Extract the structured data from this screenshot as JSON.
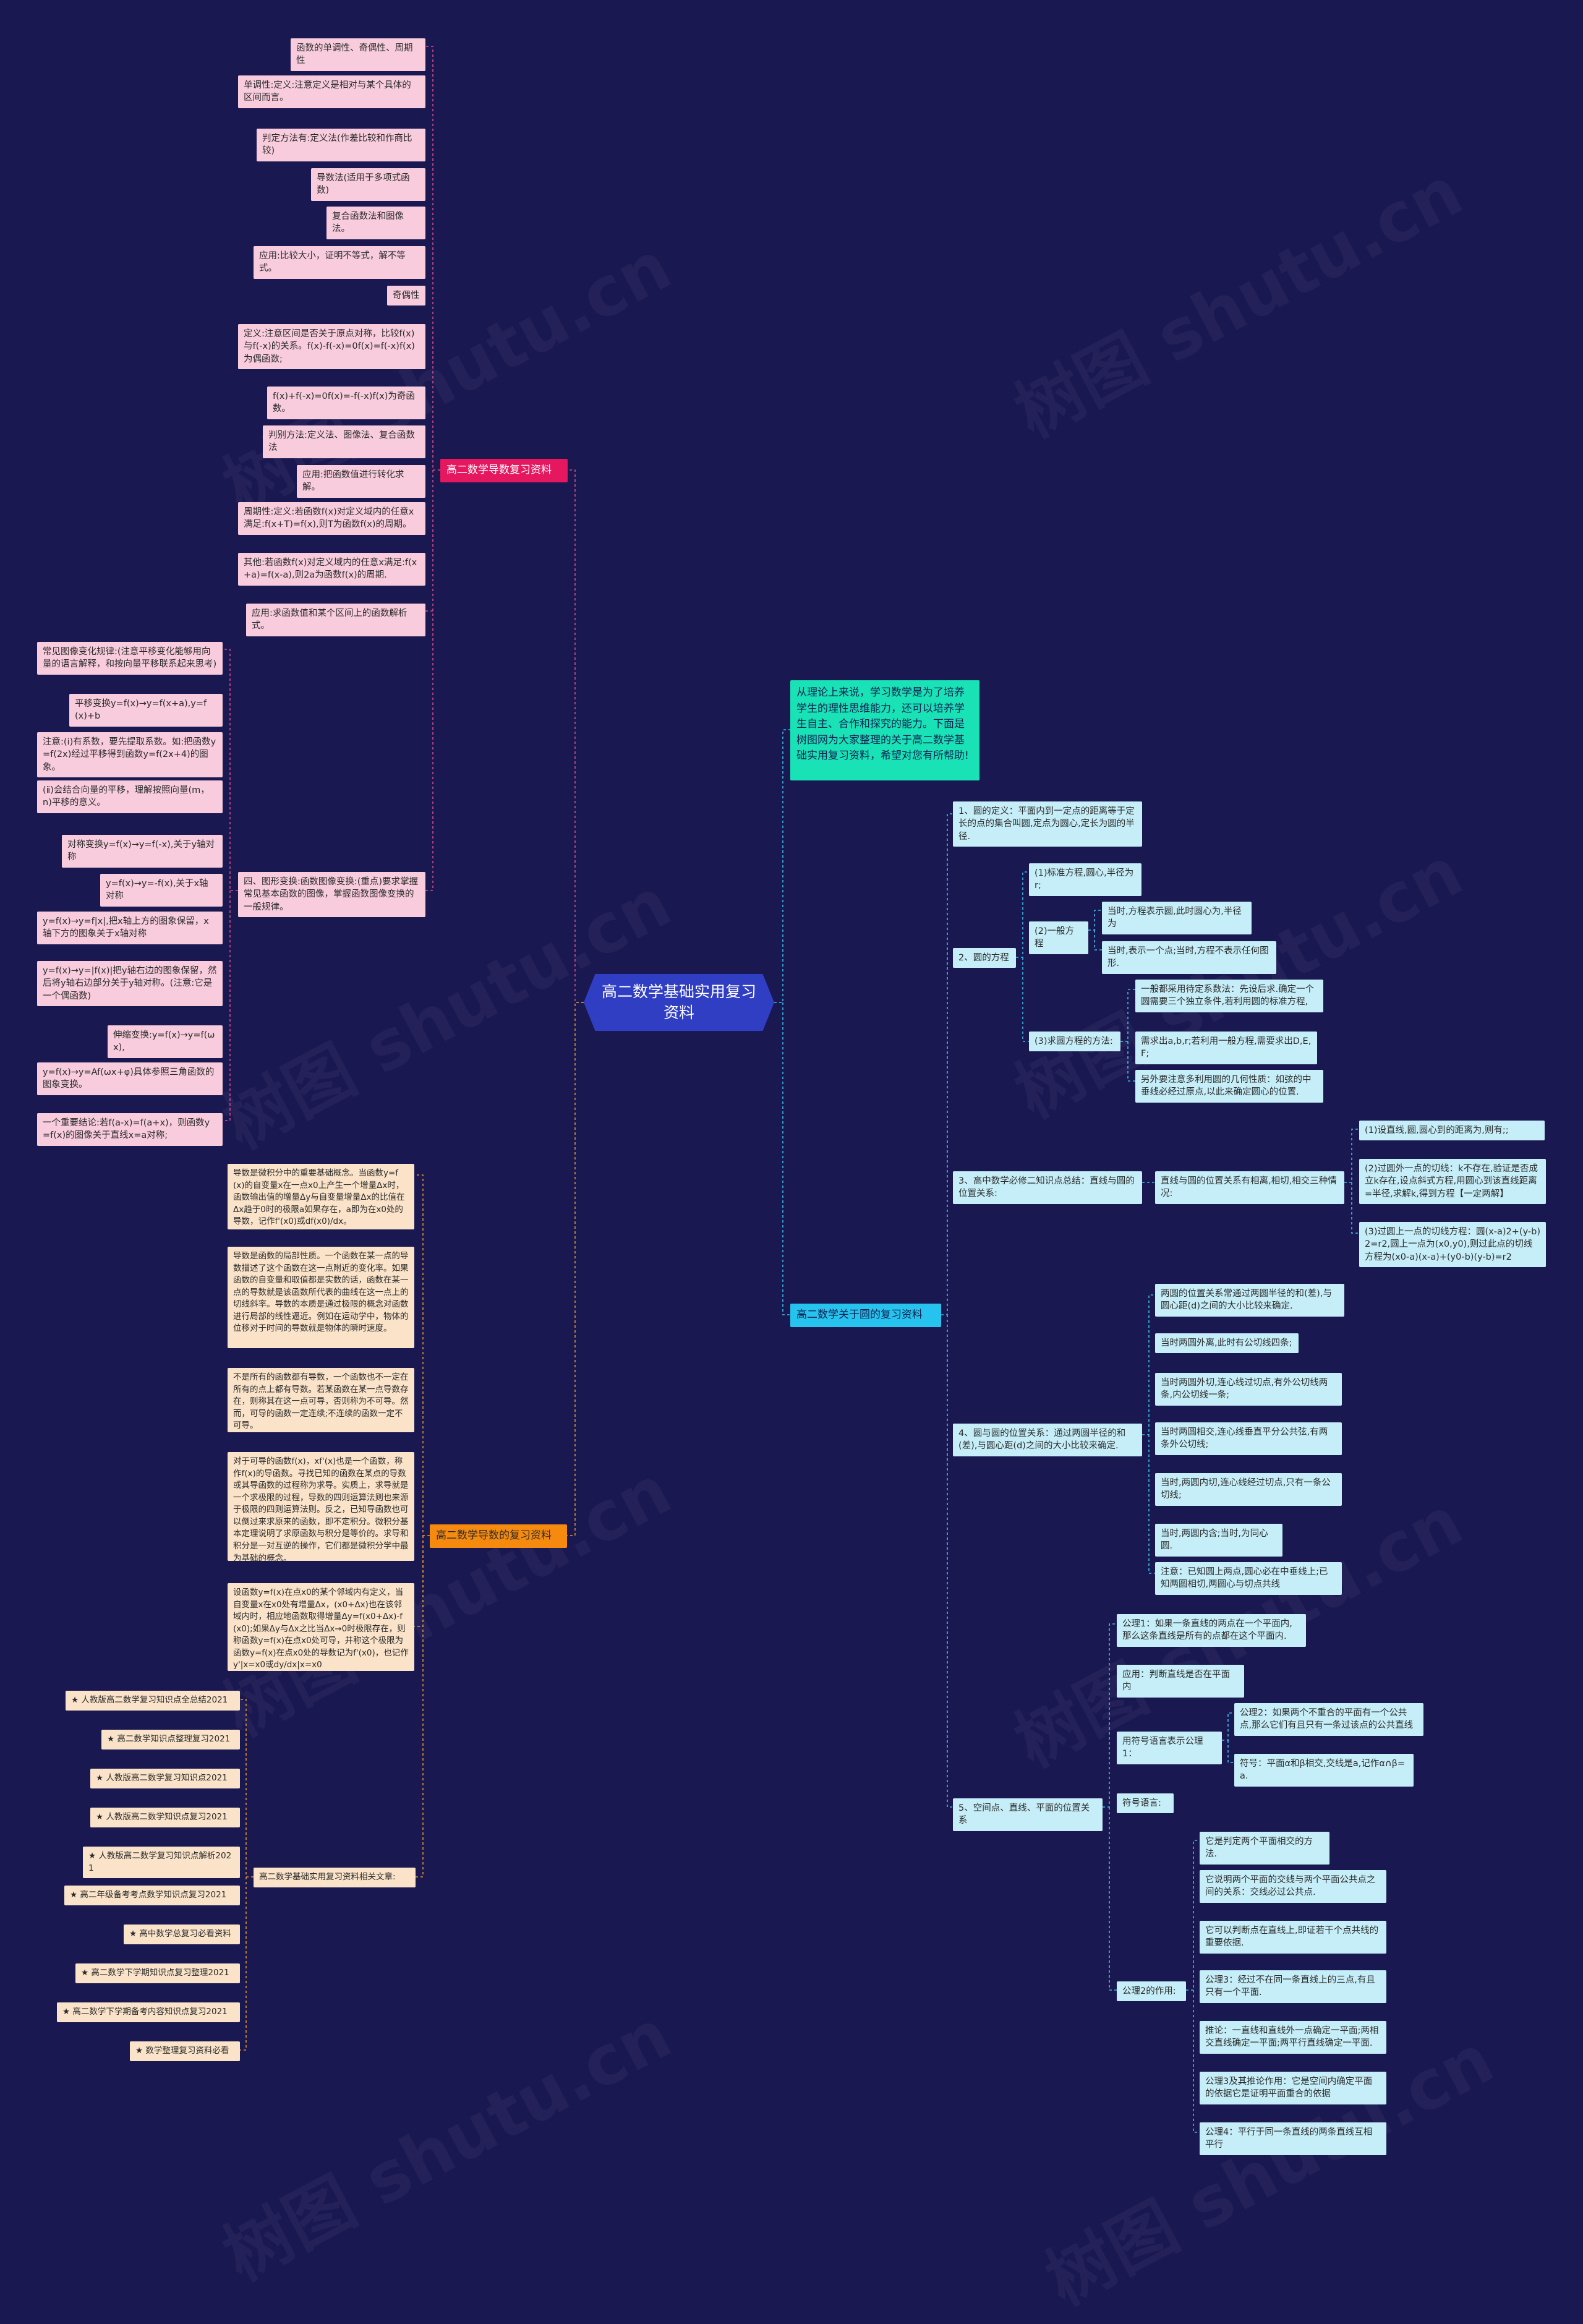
{
  "watermark": "树图 shutu.cn",
  "center": "高二数学基础实用复习资料",
  "branches": {
    "b1": "高二数学导数复习资料",
    "b2": "高二数学导数的复习资料",
    "b3": "从理论上来说，学习数学是为了培养学生的理性思维能力，还可以培养学生自主、合作和探究的能力。下面是树图网为大家整理的关于高二数学基础实用复习资料，希望对您有所帮助!",
    "b4": "高二数学关于圆的复习资料",
    "b5": "高二数学基础实用复习资料相关文章:"
  },
  "b1_leaves": [
    "函数的单调性、奇偶性、周期性",
    "单调性:定义:注意定义是相对与某个具体的区间而言。",
    "判定方法有:定义法(作差比较和作商比较)",
    "导数法(适用于多项式函数)",
    "复合函数法和图像法。",
    "应用:比较大小，证明不等式，解不等式。",
    "奇偶性",
    "定义:注意区间是否关于原点对称，比较f(x)与f(-x)的关系。f(x)-f(-x)=0f(x)=f(-x)f(x)为偶函数;",
    "f(x)+f(-x)=0f(x)=-f(-x)f(x)为奇函数。",
    "判别方法:定义法、图像法、复合函数法",
    "应用:把函数值进行转化求解。",
    "周期性:定义:若函数f(x)对定义域内的任意x满足:f(x+T)=f(x),则T为函数f(x)的周期。",
    "其他:若函数f(x)对定义域内的任意x满足:f(x+a)=f(x-a),则2a为函数f(x)的周期.",
    "应用:求函数值和某个区间上的函数解析式。"
  ],
  "b1_sub": "四、图形变换:函数图像变换:(重点)要求掌握常见基本函数的图像，掌握函数图像变换的一般规律。",
  "b1_sub_leaves": [
    "常见图像变化规律:(注意平移变化能够用向量的语言解释，和按向量平移联系起来思考)",
    "平移变换y=f(x)→y=f(x+a),y=f(x)+b",
    "注意:(ⅰ)有系数，要先提取系数。如:把函数y=f(2x)经过平移得到函数y=f(2x+4)的图象。",
    "(ⅱ)会结合向量的平移，理解按照向量(m，n)平移的意义。",
    "对称变换y=f(x)→y=f(-x),关于y轴对称",
    "y=f(x)→y=-f(x),关于x轴对称",
    "y=f(x)→y=f|x|,把x轴上方的图象保留，x轴下方的图象关于x轴对称",
    "y=f(x)→y=|f(x)|把y轴右边的图象保留，然后将y轴右边部分关于y轴对称。(注意:它是一个偶函数)",
    "伸缩变换:y=f(x)→y=f(ωx),",
    "y=f(x)→y=Af(ωx+φ)具体参照三角函数的图象变换。",
    "一个重要结论:若f(a-x)=f(a+x)，则函数y=f(x)的图像关于直线x=a对称;"
  ],
  "b2_leaves": [
    "导数是微积分中的重要基础概念。当函数y=f(x)的自变量x在一点x0上产生一个增量Δx时，函数输出值的增量Δy与自变量增量Δx的比值在Δx趋于0时的极限a如果存在，a即为在x0处的导数，记作f'(x0)或df(x0)/dx。",
    "导数是函数的局部性质。一个函数在某一点的导数描述了这个函数在这一点附近的变化率。如果函数的自变量和取值都是实数的话，函数在某一点的导数就是该函数所代表的曲线在这一点上的切线斜率。导数的本质是通过极限的概念对函数进行局部的线性逼近。例如在运动学中，物体的位移对于时间的导数就是物体的瞬时速度。",
    "不是所有的函数都有导数，一个函数也不一定在所有的点上都有导数。若某函数在某一点导数存在，则称其在这一点可导，否则称为不可导。然而，可导的函数一定连续;不连续的函数一定不可导。",
    "对于可导的函数f(x)，xf'(x)也是一个函数，称作f(x)的导函数。寻找已知的函数在某点的导数或其导函数的过程称为求导。实质上，求导就是一个求极限的过程，导数的四则运算法则也来源于极限的四则运算法则。反之，已知导函数也可以倒过来求原来的函数，即不定积分。微积分基本定理说明了求原函数与积分是等价的。求导和积分是一对互逆的操作，它们都是微积分学中最为基础的概念。",
    "设函数y=f(x)在点x0的某个邻域内有定义，当自变量x在x0处有增量Δx，(x0+Δx)也在该邻域内时，相应地函数取得增量Δy=f(x0+Δx)-f(x0);如果Δy与Δx之比当Δx→0时极限存在，则称函数y=f(x)在点x0处可导，并称这个极限为函数y=f(x)在点x0处的导数记为f'(x0)，也记作y'|x=x0或dy/dx|x=x0"
  ],
  "b5_leaves": [
    "★ 人教版高二数学复习知识点全总结2021",
    "★ 高二数学知识点整理复习2021",
    "★ 人教版高二数学复习知识点2021",
    "★ 人教版高二数学知识点复习2021",
    "★ 人教版高二数学复习知识点解析2021",
    "★ 高二年级备考考点数学知识点复习2021",
    "★ 高中数学总复习必看资料",
    "★ 高二数学下学期知识点复习整理2021",
    "★ 高二数学下学期备考内容知识点复习2021",
    "★ 数学整理复习资料必看"
  ],
  "b4_sub": {
    "s1": "1、圆的定义：平面内到一定点的距离等于定长的点的集合叫圆,定点为圆心,定长为圆的半径.",
    "s2": "2、圆的方程",
    "s2_std": "(1)标准方程,圆心,半径为r;",
    "s2_gen": "(2)一般方程",
    "s2_gen_a": "当时,方程表示圆,此时圆心为,半径为",
    "s2_gen_b": "当时,表示一个点;当时,方程不表示任何图形.",
    "s2_find": "(3)求圆方程的方法:",
    "s2_find_a": "一般都采用待定系数法：先设后求.确定一个圆需要三个独立条件,若利用圆的标准方程,",
    "s2_find_b": "需求出a,b,r;若利用一般方程,需要求出D,E,F;",
    "s2_find_c": "另外要注意多利用圆的几何性质：如弦的中垂线必经过原点,以此来确定圆心的位置.",
    "s3": "3、高中数学必修二知识点总结：直线与圆的位置关系:",
    "s3_a": "直线与圆的位置关系有相离,相切,相交三种情况:",
    "s3_a1": "(1)设直线,圆,圆心到的距离为,则有;;",
    "s3_a2": "(2)过圆外一点的切线：k不存在,验证是否成立k存在,设点斜式方程,用圆心到该直线距离=半径,求解k,得到方程【一定两解】",
    "s3_a3": "(3)过圆上一点的切线方程：圆(x-a)2+(y-b)2=r2,圆上一点为(x0,y0),则过此点的切线方程为(x0-a)(x-a)+(y0-b)(y-b)=r2",
    "s4": "4、圆与圆的位置关系：通过两圆半径的和(差),与圆心距(d)之间的大小比较来确定.",
    "s4_items": [
      "两圆的位置关系常通过两圆半径的和(差),与圆心距(d)之间的大小比较来确定.",
      "当时两圆外离,此时有公切线四条;",
      "当时两圆外切,连心线过切点,有外公切线两条,内公切线一条;",
      "当时两圆相交,连心线垂直平分公共弦,有两条外公切线;",
      "当时,两圆内切,连心线经过切点,只有一条公切线;",
      "当时,两圆内含;当时,为同心圆.",
      "注意：已知圆上两点,圆心必在中垂线上;已知两圆相切,两圆心与切点共线"
    ],
    "s5": "5、空间点、直线、平面的位置关系"
  },
  "b6_sub": {
    "g1": "公理1：如果一条直线的两点在一个平面内,那么这条直线是所有的点都在这个平面内.",
    "g2": "应用：判断直线是否在平面内",
    "g3": "用符号语言表示公理1：",
    "g3a": "公理2：如果两个不重合的平面有一个公共点,那么它们有且只有一条过该点的公共直线",
    "g3b": "符号：平面α和β相交,交线是a,记作α∩β=a.",
    "g4": "符号语言:",
    "g5": "公理2的作用:",
    "g5_items": [
      "它是判定两个平面相交的方法.",
      "它说明两个平面的交线与两个平面公共点之间的关系：交线必过公共点.",
      "它可以判断点在直线上,即证若干个点共线的重要依据.",
      "公理3：经过不在同一条直线上的三点,有且只有一个平面.",
      "推论：一直线和直线外一点确定一平面;两相交直线确定一平面;两平行直线确定一平面.",
      "公理3及其推论作用：它是空间内确定平面的依据它是证明平面重合的依据",
      "公理4：平行于同一条直线的两条直线互相平行"
    ]
  }
}
